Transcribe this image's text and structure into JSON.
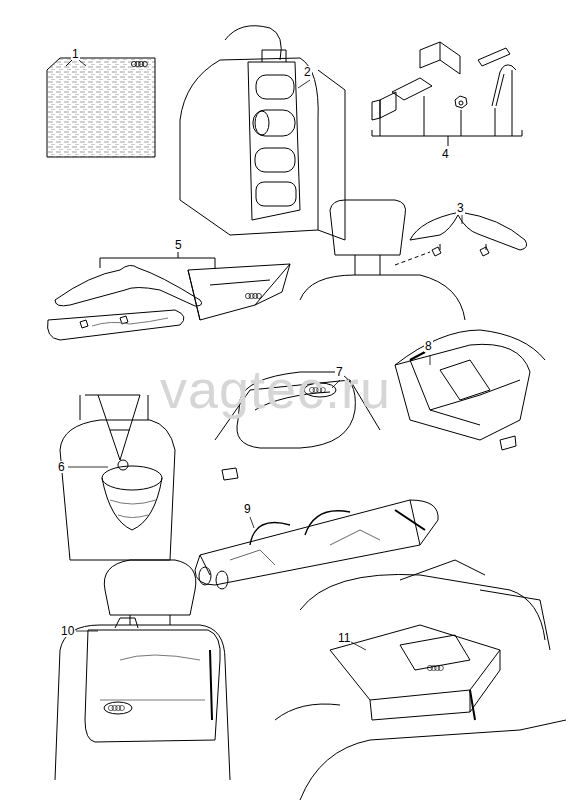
{
  "diagram": {
    "labels": [
      "1",
      "2",
      "3",
      "4",
      "5",
      "6",
      "7",
      "8",
      "9",
      "10",
      "11",
      "vagtec.ru"
    ]
  }
}
